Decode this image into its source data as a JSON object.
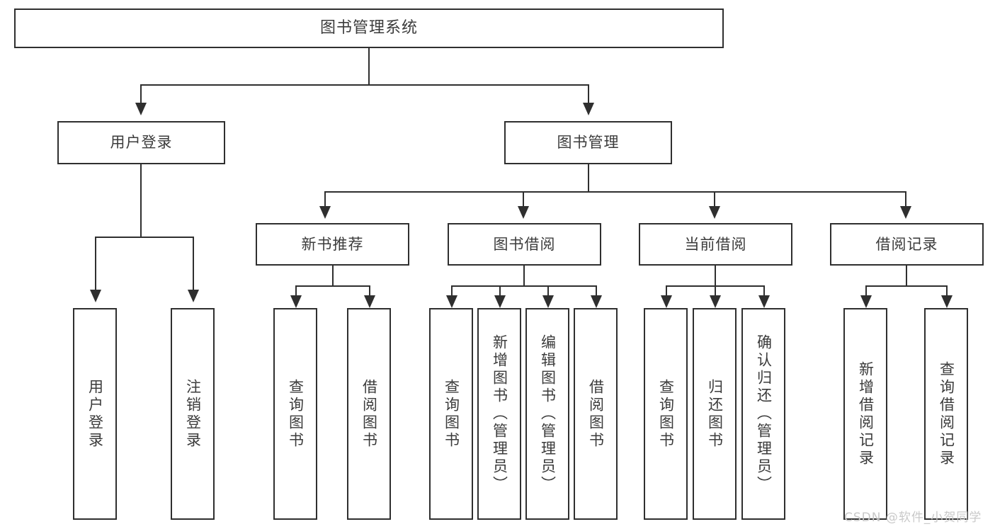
{
  "diagram": {
    "type": "tree-hierarchy",
    "title": "图书管理系统",
    "root": {
      "label": "图书管理系统"
    },
    "level1": [
      {
        "id": "user-login",
        "label": "用户登录"
      },
      {
        "id": "book-manage",
        "label": "图书管理"
      }
    ],
    "level2": [
      {
        "id": "new-book-recommend",
        "label": "新书推荐",
        "parent": "book-manage"
      },
      {
        "id": "book-borrow",
        "label": "图书借阅",
        "parent": "book-manage"
      },
      {
        "id": "current-borrow",
        "label": "当前借阅",
        "parent": "book-manage"
      },
      {
        "id": "borrow-record",
        "label": "借阅记录",
        "parent": "book-manage"
      }
    ],
    "leaves": [
      {
        "id": "leaf-user-login",
        "label": "用户登录",
        "parent": "user-login"
      },
      {
        "id": "leaf-logout",
        "label": "注销登录",
        "parent": "user-login"
      },
      {
        "id": "leaf-query-book-1",
        "label": "查询图书",
        "parent": "new-book-recommend"
      },
      {
        "id": "leaf-borrow-book-1",
        "label": "借阅图书",
        "parent": "new-book-recommend"
      },
      {
        "id": "leaf-query-book-2",
        "label": "查询图书",
        "parent": "book-borrow"
      },
      {
        "id": "leaf-add-book",
        "label": "新增图书（管理员）",
        "parent": "book-borrow"
      },
      {
        "id": "leaf-edit-book",
        "label": "编辑图书（管理员）",
        "parent": "book-borrow"
      },
      {
        "id": "leaf-borrow-book-2",
        "label": "借阅图书",
        "parent": "book-borrow"
      },
      {
        "id": "leaf-query-book-3",
        "label": "查询图书",
        "parent": "current-borrow"
      },
      {
        "id": "leaf-return-book",
        "label": "归还图书",
        "parent": "current-borrow"
      },
      {
        "id": "leaf-confirm-return",
        "label": "确认归还（管理员）",
        "parent": "current-borrow"
      },
      {
        "id": "leaf-add-record",
        "label": "新增借阅记录",
        "parent": "borrow-record"
      },
      {
        "id": "leaf-query-record",
        "label": "查询借阅记录",
        "parent": "borrow-record"
      }
    ],
    "watermark": "CSDN @软件_小贺同学",
    "colors": {
      "border": "#2f2f2f",
      "text": "#3b3b3b",
      "background": "#ffffff",
      "watermark": "#c9c9c9"
    }
  }
}
